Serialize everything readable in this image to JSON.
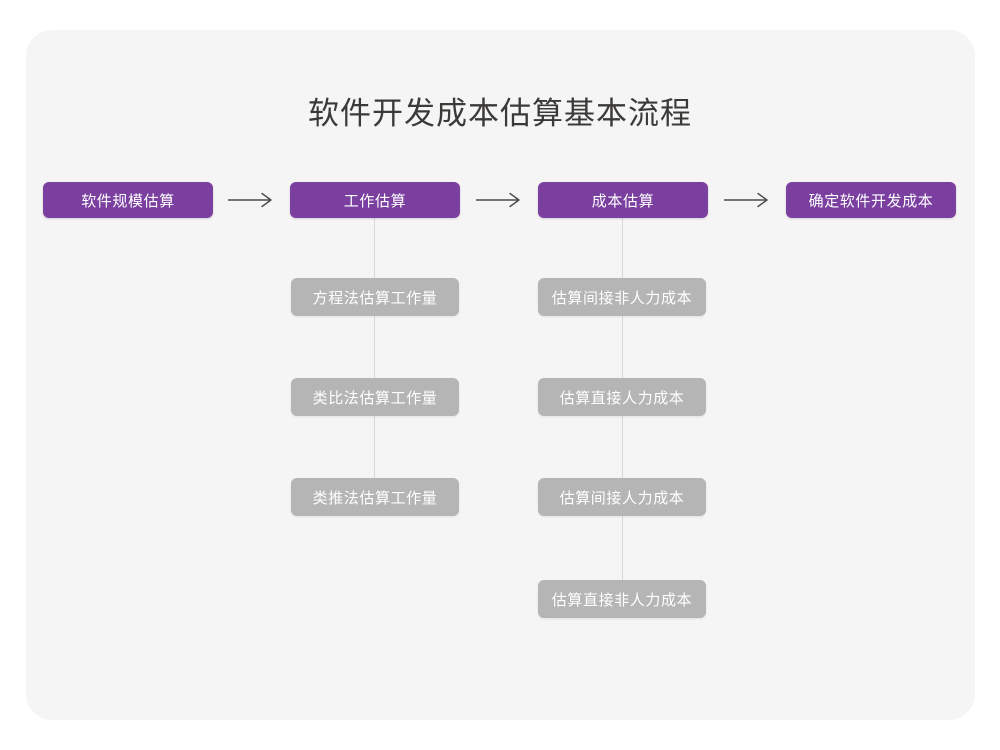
{
  "page": {
    "title": "软件开发成本估算基本流程",
    "background_color": "#ffffff",
    "card_color": "#f5f5f5"
  },
  "colors": {
    "primary": "#7b3fa0",
    "secondary": "#b5b5b5",
    "title_text": "#3c3a39",
    "node_text": "#ffffff",
    "connector": "#d8d8d8",
    "arrow": "#4a4a4a"
  },
  "flow": {
    "main_steps": [
      {
        "label": "软件规模估算"
      },
      {
        "label": "工作估算"
      },
      {
        "label": "成本估算"
      },
      {
        "label": "确定软件开发成本"
      }
    ],
    "arrows": [
      {
        "glyph": "→"
      },
      {
        "glyph": "→"
      },
      {
        "glyph": "→"
      }
    ],
    "branches": [
      {
        "parent": "工作估算",
        "items": [
          {
            "label": "方程法估算工作量"
          },
          {
            "label": "类比法估算工作量"
          },
          {
            "label": "类推法估算工作量"
          }
        ]
      },
      {
        "parent": "成本估算",
        "items": [
          {
            "label": "估算间接非人力成本"
          },
          {
            "label": "估算直接人力成本"
          },
          {
            "label": "估算间接人力成本"
          },
          {
            "label": "估算直接非人力成本"
          }
        ]
      }
    ]
  }
}
